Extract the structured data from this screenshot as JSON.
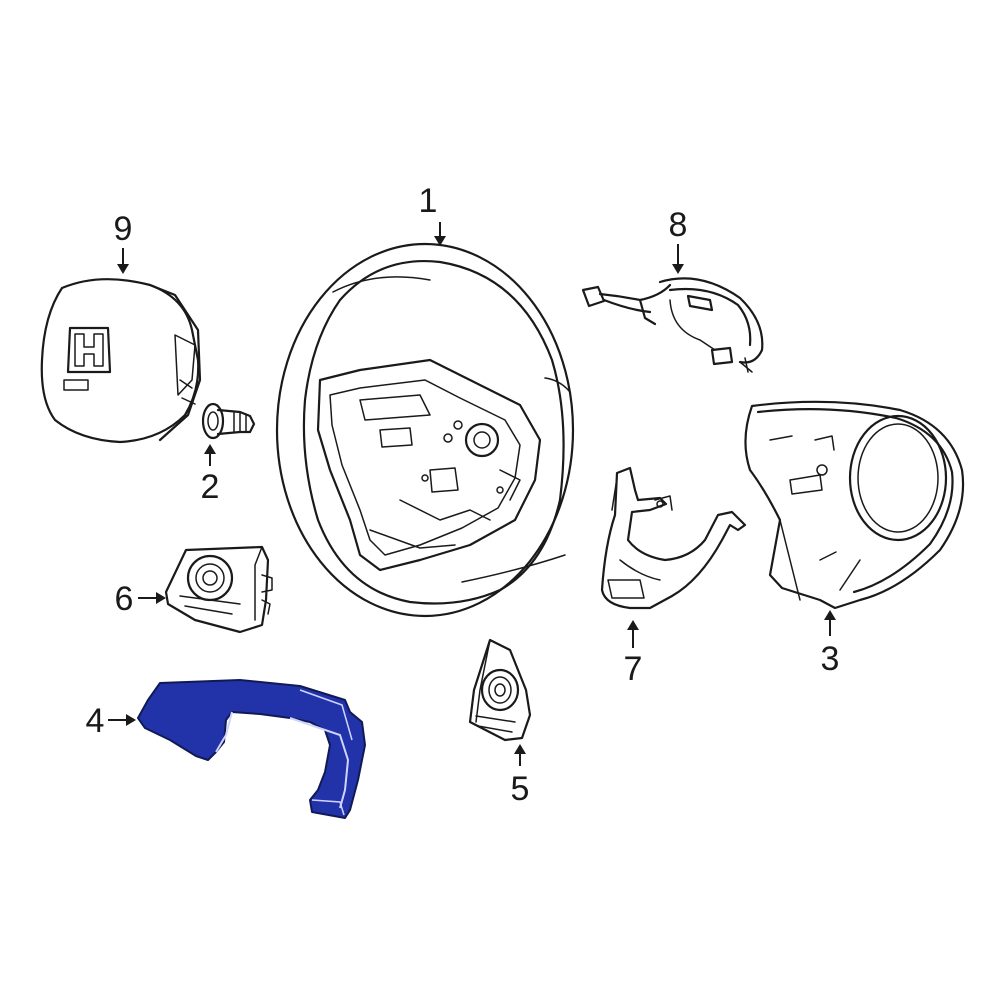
{
  "diagram": {
    "highlight_color": "#2233aa",
    "line_color": "#1a1a1a",
    "parts": [
      {
        "id": "1",
        "label": "1"
      },
      {
        "id": "2",
        "label": "2"
      },
      {
        "id": "3",
        "label": "3"
      },
      {
        "id": "4",
        "label": "4"
      },
      {
        "id": "5",
        "label": "5"
      },
      {
        "id": "6",
        "label": "6"
      },
      {
        "id": "7",
        "label": "7"
      },
      {
        "id": "8",
        "label": "8"
      },
      {
        "id": "9",
        "label": "9"
      }
    ],
    "highlighted_part": "4",
    "logo_icon": "honda-h-logo-icon"
  }
}
